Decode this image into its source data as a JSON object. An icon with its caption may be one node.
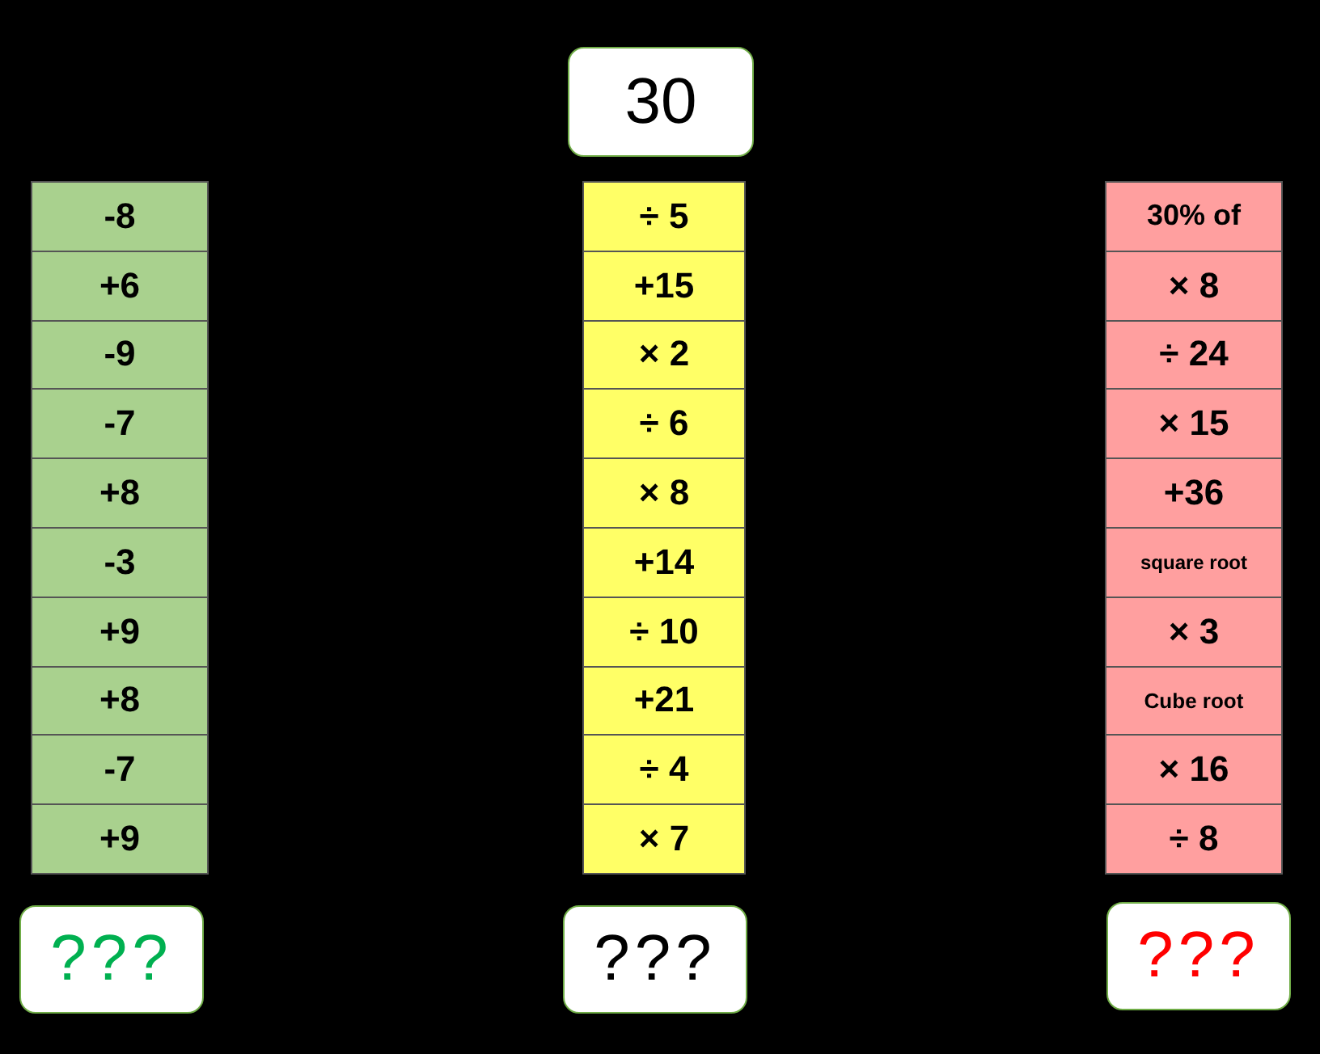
{
  "diagram": {
    "nodes": [
      {
        "text": [
          "30"
        ]
      },
      {
        "text": [
          "-8"
        ]
      },
      {
        "text": [
          "+6"
        ]
      },
      {
        "text": [
          "-9"
        ]
      },
      {
        "text": [
          "-7"
        ]
      },
      {
        "text": [
          "+8"
        ]
      },
      {
        "text": [
          "-3"
        ]
      },
      {
        "text": [
          "+9"
        ]
      },
      {
        "text": [
          "+8"
        ]
      },
      {
        "text": [
          "-7"
        ]
      },
      {
        "text": [
          "+9"
        ]
      },
      {
        "text": [
          "÷ 5"
        ]
      },
      {
        "text": [
          "+15"
        ]
      },
      {
        "text": [
          "× 2"
        ]
      },
      {
        "text": [
          "÷ 6"
        ]
      },
      {
        "text": [
          "× 8"
        ]
      },
      {
        "text": [
          "+14"
        ]
      },
      {
        "text": [
          "÷ 10"
        ]
      },
      {
        "text": [
          "+21"
        ]
      },
      {
        "text": [
          "÷ 4"
        ]
      },
      {
        "text": [
          "× 7"
        ]
      },
      {
        "text": [
          "30% of"
        ]
      },
      {
        "text": [
          "× 8"
        ]
      },
      {
        "text": [
          "÷ 24"
        ]
      },
      {
        "text": [
          "× 15"
        ]
      },
      {
        "text": [
          "+36"
        ]
      },
      {
        "text": [
          "square root"
        ]
      },
      {
        "text": [
          "× 3"
        ]
      },
      {
        "text": [
          "Cube root"
        ]
      },
      {
        "text": [
          "× 16"
        ]
      },
      {
        "text": [
          "÷ 8"
        ]
      },
      {
        "text": [
          "???"
        ]
      },
      {
        "text": [
          "???"
        ]
      },
      {
        "text": [
          "???"
        ]
      }
    ]
  }
}
